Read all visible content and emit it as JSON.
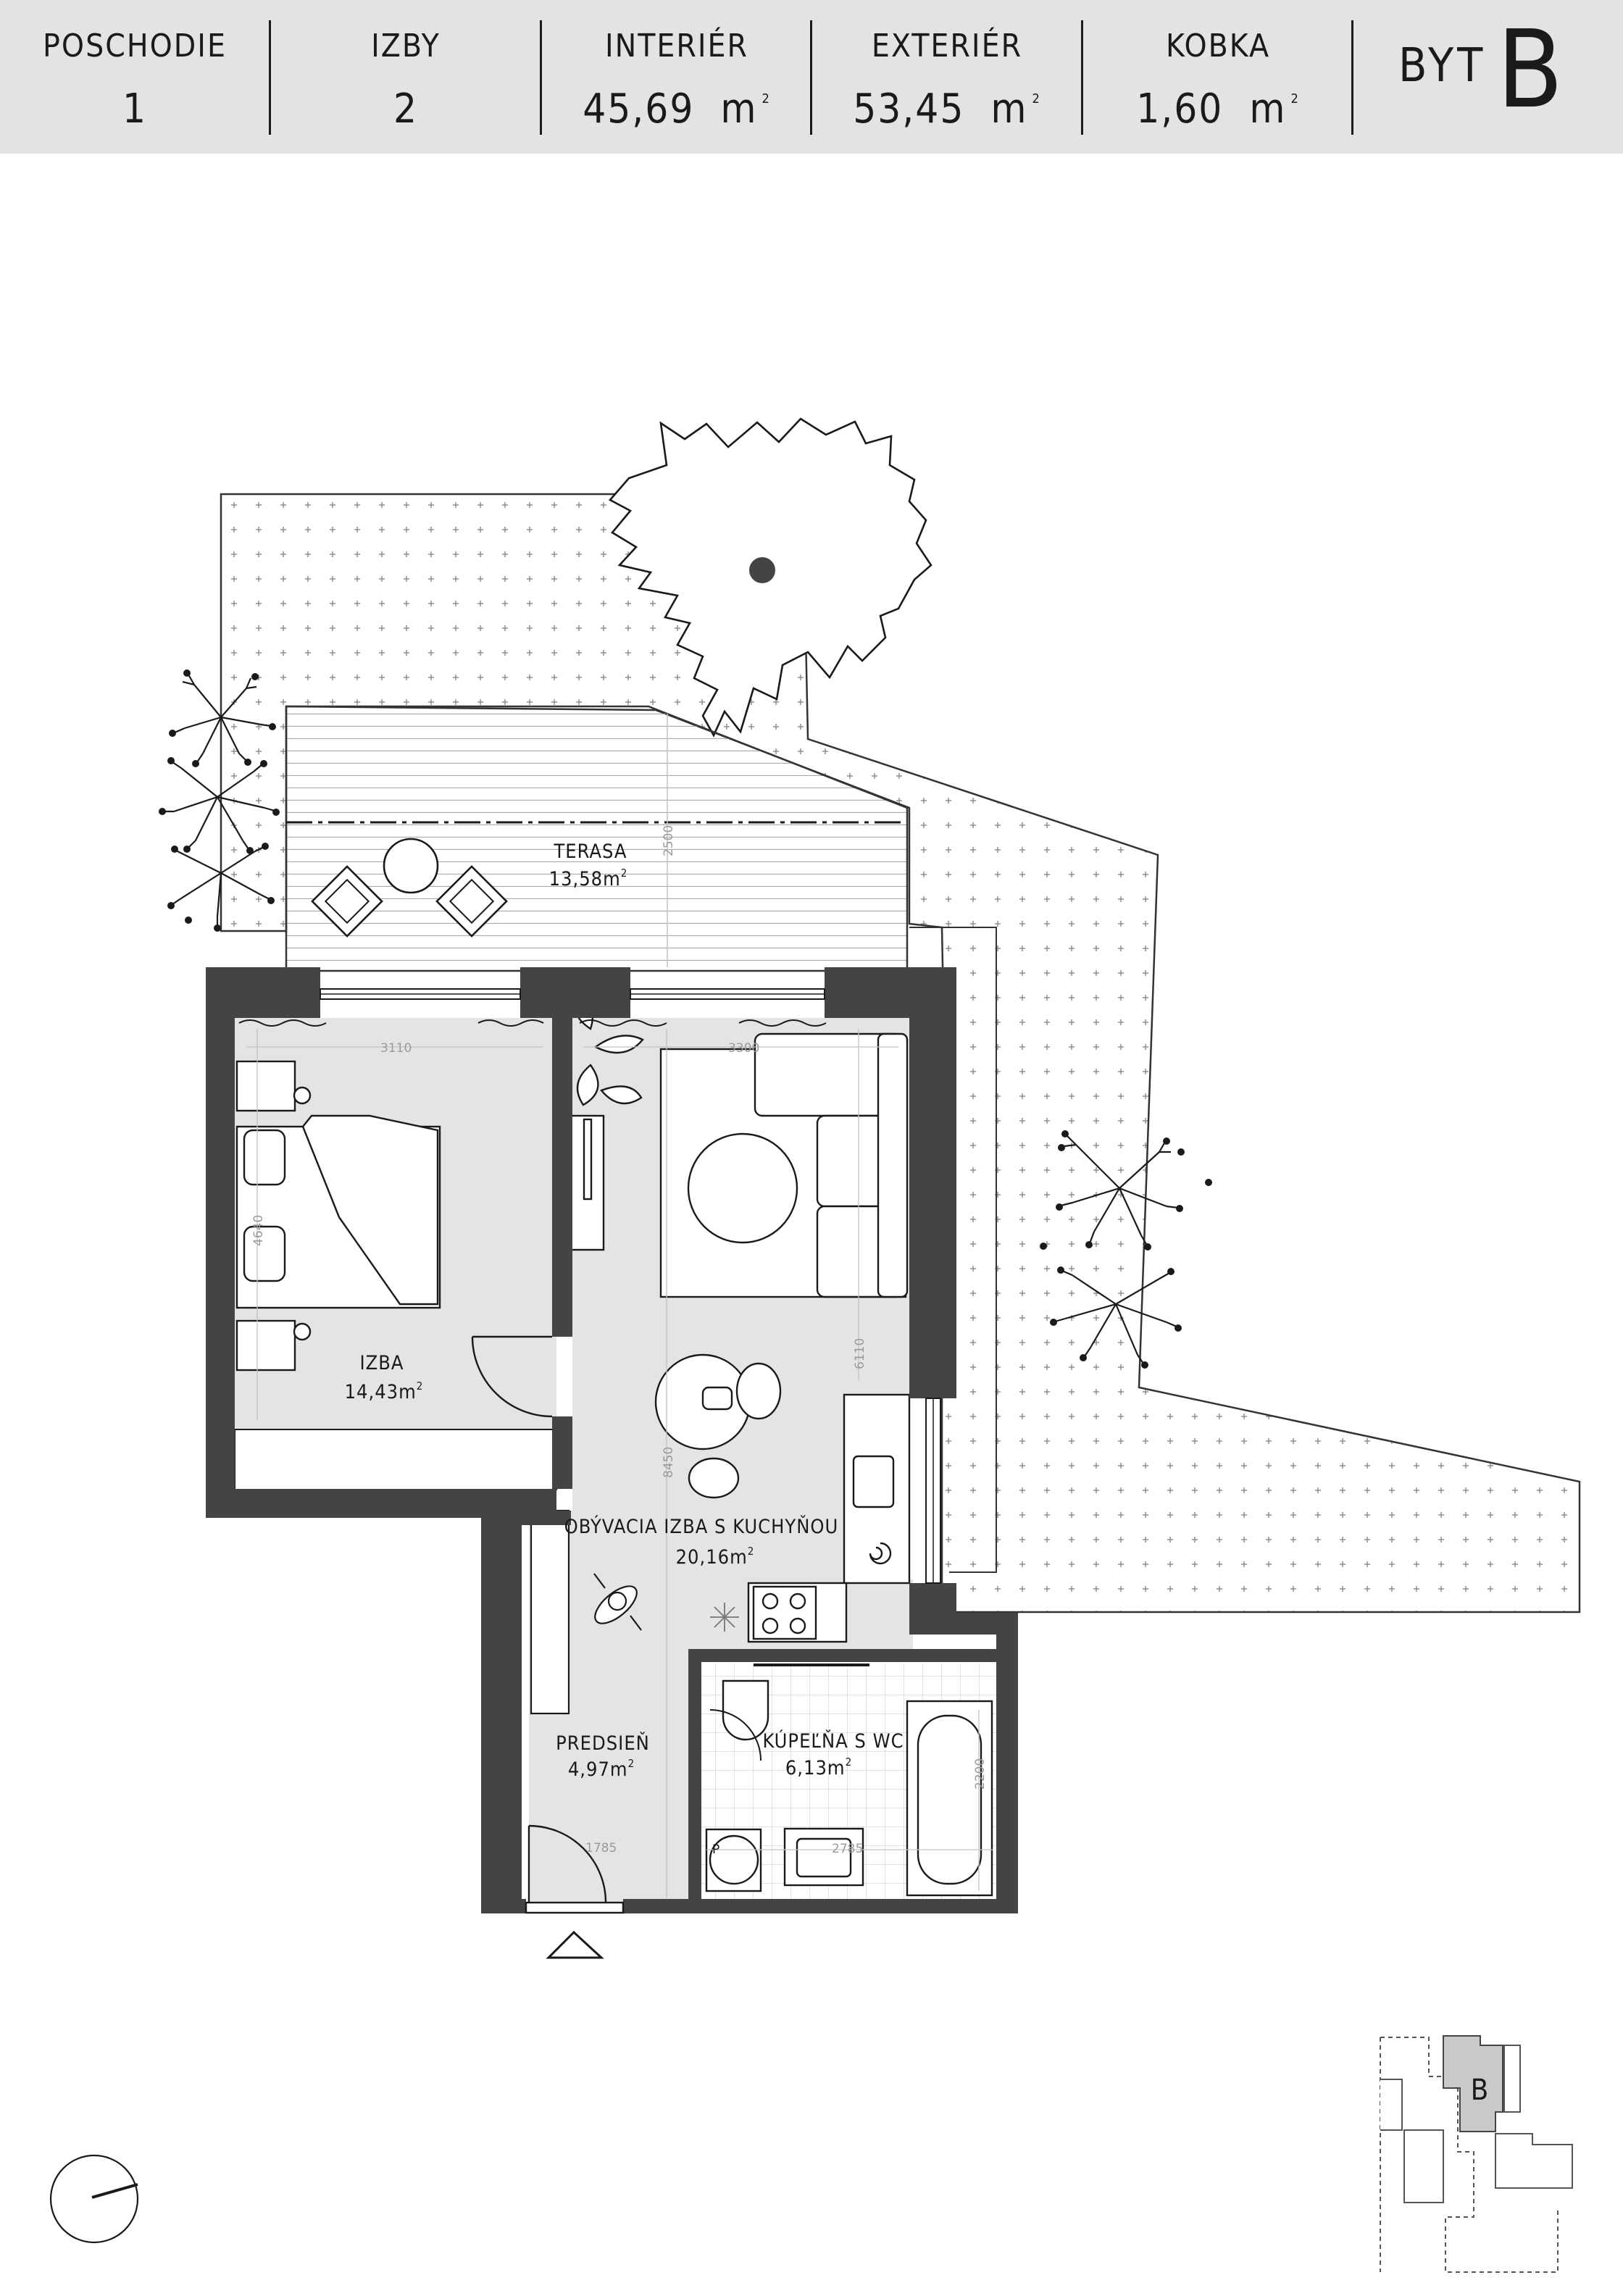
{
  "header": {
    "floor": {
      "label": "POSCHODIE",
      "value": "1"
    },
    "rooms": {
      "label": "IZBY",
      "value": "2"
    },
    "interior": {
      "label": "INTERIÉR",
      "value": "45,69",
      "unit": "m"
    },
    "exterior": {
      "label": "EXTERIÉR",
      "value": "53,45",
      "unit": "m"
    },
    "storage": {
      "label": "KOBKA",
      "value": "1,60",
      "unit": "m"
    },
    "apartment": {
      "word": "BYT",
      "letter": "B"
    }
  },
  "rooms": {
    "terrace": {
      "name": "TERASA",
      "area": "13,58m"
    },
    "bedroom": {
      "name": "IZBA",
      "area": "14,43m"
    },
    "living": {
      "name": "OBÝVACIA IZBA S KUCHYŇOU",
      "area": "20,16m"
    },
    "hallway": {
      "name": "PREDSIEŇ",
      "area": "4,97m"
    },
    "bathroom": {
      "name": "KÚPEĽŇA S WC",
      "area": "6,13m"
    }
  },
  "dimensions": {
    "terrace_depth": "2500",
    "bedroom_width": "3110",
    "bedroom_depth": "4640",
    "living_width": "3300",
    "living_depth": "6110",
    "hall_depth": "8450",
    "bath_width": "2785",
    "bath_tub": "2200",
    "hall_door": "1785"
  },
  "misc": {
    "boiler_label": "P"
  },
  "key_plan": {
    "label": "B"
  }
}
